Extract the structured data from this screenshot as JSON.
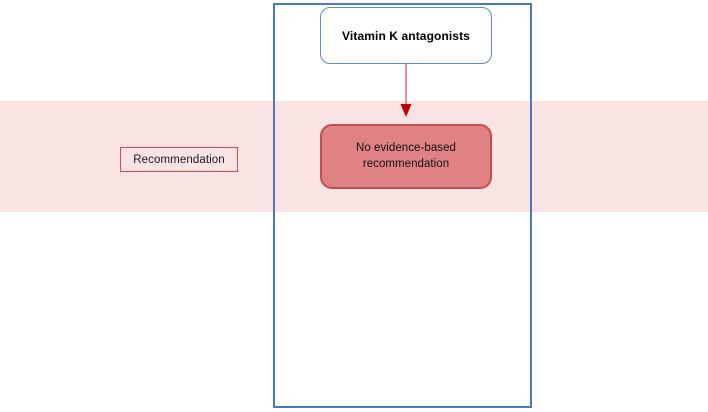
{
  "diagram": {
    "band": {
      "color": "#f9e3e3"
    },
    "column": {
      "border_color": "#4a77c8"
    },
    "legend": {
      "label": "Recommendation",
      "border_color": "#e04a4a"
    },
    "nodes": [
      {
        "id": "vitamin-k-antagonists",
        "label": "Vitamin K antagonists",
        "fill": "#ffffff",
        "border_color": "#5b8ad6",
        "text_color": "#000000",
        "bold": true
      },
      {
        "id": "no-evidence-based-recommendation",
        "label_line_1": "No evidence-based",
        "label_line_2": "recommendation",
        "fill": "#e08285",
        "border_color": "#c0504d",
        "text_color": "#111111",
        "bold": false
      }
    ],
    "connector": {
      "from": "vitamin-k-antagonists",
      "to": "no-evidence-based-recommendation",
      "line_color": "#e8736f",
      "arrowhead_color": "#c00000"
    }
  }
}
